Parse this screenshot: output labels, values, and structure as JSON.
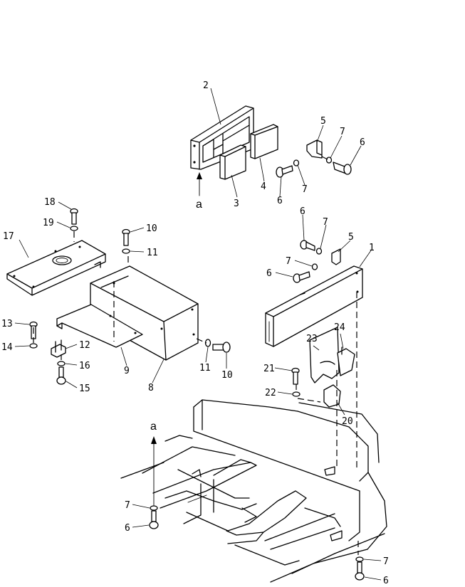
{
  "labels": {
    "p1": "1",
    "p2": "2",
    "p3": "3",
    "p4": "4",
    "p5a": "5",
    "p5b": "5",
    "p6a": "6",
    "p6b": "6",
    "p6c": "6",
    "p6d": "6",
    "p6e": "6",
    "p7a": "7",
    "p7b": "7",
    "p7c": "7",
    "p7d": "7",
    "p7e": "7",
    "p7f": "7",
    "p8": "8",
    "p9": "9",
    "p10a": "10",
    "p10b": "10",
    "p11a": "11",
    "p11b": "11",
    "p12": "12",
    "p13": "13",
    "p14": "14",
    "p15": "15",
    "p16": "16",
    "p17": "17",
    "p18": "18",
    "p19": "19",
    "p20": "20",
    "p21": "21",
    "p22": "22",
    "p23": "23",
    "p24": "24",
    "ref_a_top": "a",
    "ref_a_bottom": "a"
  }
}
